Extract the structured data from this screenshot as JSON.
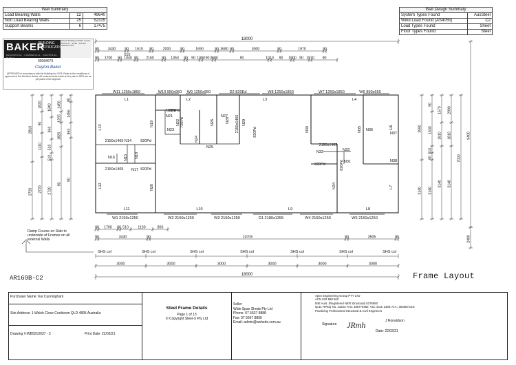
{
  "wall_summary": {
    "title": "Wall Summary",
    "rows": [
      {
        "label": "Load Bearing Walls",
        "count": "12",
        "length": "49640"
      },
      {
        "label": "Non Load Bearing Walls",
        "count": "25",
        "length": "52315"
      },
      {
        "label": "Support Beams",
        "count": "6",
        "length": "17475"
      }
    ]
  },
  "wall_design_summary": {
    "title": "Wall Design Summary",
    "rows": [
      {
        "label": "System Types Found",
        "value": "AusSteel"
      },
      {
        "label": "Wind Load Found (AS4055)",
        "value": "C2"
      },
      {
        "label": "Load Types Found",
        "value": "Sheet"
      },
      {
        "label": "Floor Types Found",
        "value": "Steel"
      }
    ]
  },
  "stamp": {
    "brand": "BAKER",
    "brand_sub": "BUILDING CERTIFICATION",
    "brand_line": "RESIDENTIAL · COMMERCIAL · INDUSTRIAL · RURAL",
    "contact": "Private Building Certifier Level 1 Phone 07 · Email · PO Box Website www",
    "cert_no": "00084679",
    "signature": "Clayton Baker",
    "approval": "APPROVED in accordance with the Building Act 1975. Refer to the conditions of approval on the Decision Notice. All endorsements made on the plan in RED are as per plans of the approve"
  },
  "plan": {
    "overall_top": "18000",
    "top_dims_1": [
      "90",
      "3430",
      "90",
      "1510",
      "90",
      "2000",
      "90",
      "1690",
      "90",
      "3680",
      "90",
      "3000",
      "90",
      "1970",
      "90"
    ],
    "top_small": "510",
    "top_dims_2": [
      "90",
      "1700",
      "90",
      "1040",
      "90",
      "2160",
      "90",
      "1350",
      "90",
      "90",
      "1090",
      "90",
      "3680",
      "90",
      "1010",
      "90",
      "1900",
      "90",
      "1970",
      "90"
    ],
    "left_dims_1": [
      "2810",
      "1820",
      "1840",
      "1456"
    ],
    "left_dims_2": [
      "1820",
      "860",
      "90",
      "1265",
      "90"
    ],
    "left_dims_3": [
      "510",
      "90",
      "510",
      "90",
      "1110",
      "90",
      "2720"
    ],
    "right_dims_1": [
      "3590",
      "1570",
      "2990",
      "1630",
      "1810",
      "3140",
      "7000",
      "9400",
      "2400"
    ],
    "right_small": [
      "510",
      "90",
      "90"
    ],
    "bottom_dims_1": [
      "90",
      "1700",
      "90",
      "510",
      "1130",
      "800"
    ],
    "bottom_dims_2": [
      "90",
      "3430",
      "90",
      "10705",
      "90",
      "3505",
      "90"
    ],
    "sections": [
      "3000",
      "3000",
      "3000",
      "3000",
      "3000",
      "3000"
    ],
    "overall_bottom": "18000",
    "windows_top": [
      "W11 1250x1850",
      "W10 950x950",
      "W9 1250x950",
      "D2 820Ed",
      "W8 1250x1850",
      "W7 1250x1850",
      "W6 950x650"
    ],
    "windows_bottom": [
      "W1 2150x1250",
      "W2 2150x1250",
      "W3 2150x1250",
      "D1 2180x1355",
      "W4 2150x1250",
      "W5 2150x1250"
    ],
    "wall_labels": [
      "L1",
      "L2",
      "L3",
      "L4",
      "L5",
      "L6",
      "L7",
      "L8",
      "L9",
      "L10",
      "L11",
      "L12",
      "L13",
      "N14",
      "N15",
      "N16",
      "N17",
      "N18",
      "N19",
      "N20",
      "N21",
      "N22",
      "N23",
      "N24",
      "N25",
      "N26",
      "N27",
      "N28",
      "N29",
      "N30",
      "N31",
      "N32",
      "N33",
      "N34",
      "N35",
      "N36",
      "N37",
      "N38"
    ],
    "openings": [
      "720Pd",
      "720Pd",
      "2150x1465",
      "820Pd",
      "2150x1465",
      "820Pd",
      "2150x1465",
      "820Pd",
      "820Pd",
      "820Pd",
      "2150x1465",
      "720Pd",
      "1150x1465",
      "1150x1465",
      "820Pd"
    ],
    "shs": [
      "SHS col",
      "SHS col",
      "SHS col",
      "SHS col",
      "SHS col",
      "SHS col",
      "SHS col"
    ],
    "note": "Damp Course on Slab to underside of Frames on all external Walls",
    "ref": "AR169B-C2",
    "frame_title": "Frame Layout"
  },
  "title_block": {
    "purchaser": "Purchaser Name: Kei Cunningham",
    "site_address": "Site Address: 1 Walsh Close Cooktown QLD 4895 Australia",
    "drawing_no": "Drawing #:WB5210037 - 3",
    "print_date": "Print Date: 22/02/21",
    "sheet_title": "Steel Frame Details",
    "page": "Page 1 of 13",
    "copyright": "© Copyright Steel-X Pty Ltd",
    "seller_label": "Seller",
    "seller_lines": [
      "Wide Span Sheds Pty Ltd",
      "Phone: 07 5637 8888",
      "Fax: 07 5667 8899",
      "Email: admin@wsheds.com.au"
    ],
    "engineer_lines": [
      "Apex Engineering Group PTY LTD",
      "ACN 632 588 562",
      "MIE Aust. (Registered NER Structural) 5276850",
      "QLD: RPEQ No. 24223 TAS: 185770482: VIC: ECE 1493: N.T.: 303557CES",
      "Practicing Professional Structural & Civil Engineers"
    ],
    "signature_label": "Signature",
    "signer": "J Ronaldson",
    "date": "Date: 22/02/21"
  }
}
